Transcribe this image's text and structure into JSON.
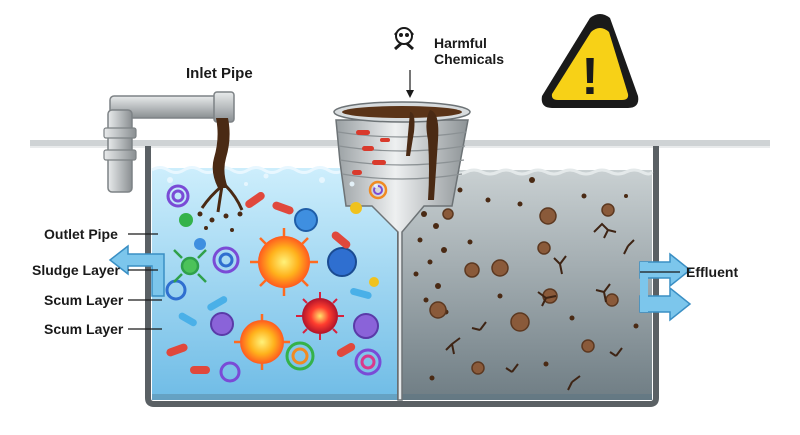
{
  "labels": {
    "inlet_pipe": "Inlet Pipe",
    "harmful_chemicals_line1": "Harmful",
    "harmful_chemicals_line2": "Chemicals",
    "outlet_pipe": "Outlet Pipe",
    "sludge_layer": "Sludge Layer",
    "scum_layer_1": "Scum Layer",
    "scum_layer_2": "Scum Layer",
    "effluent": "Effluent",
    "warning_symbol": "!"
  },
  "icons": {
    "warning": "warning-triangle-icon",
    "chemicals": "skull-crossbones-icon"
  },
  "colors": {
    "water_healthy": "#8fd0f2",
    "water_polluted": "#8c9aa0",
    "warning_yellow": "#f7d117",
    "pipe": "#b9bdbf",
    "sludge": "#4a2a14",
    "effluent_arrow": "#7cc6ec"
  }
}
